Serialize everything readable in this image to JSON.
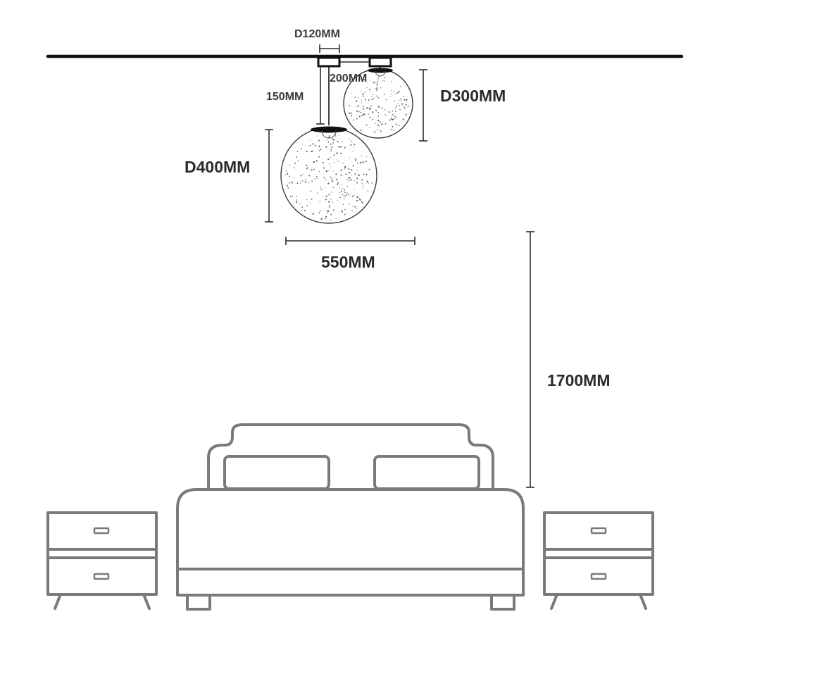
{
  "labels": {
    "canopy_diameter": "D120MM",
    "canopy_spacing": "200MM",
    "drop_length": "150MM",
    "small_globe_diameter": "D300MM",
    "large_globe_diameter": "D400MM",
    "overall_width": "550MM",
    "hanging_height": "1700MM"
  },
  "colors": {
    "dimension_line": "#2b2b2b",
    "ceiling_line": "#111111",
    "furniture_outline": "#7a7a7a",
    "globe_outline": "#3a3a3a",
    "background": "#ffffff"
  }
}
